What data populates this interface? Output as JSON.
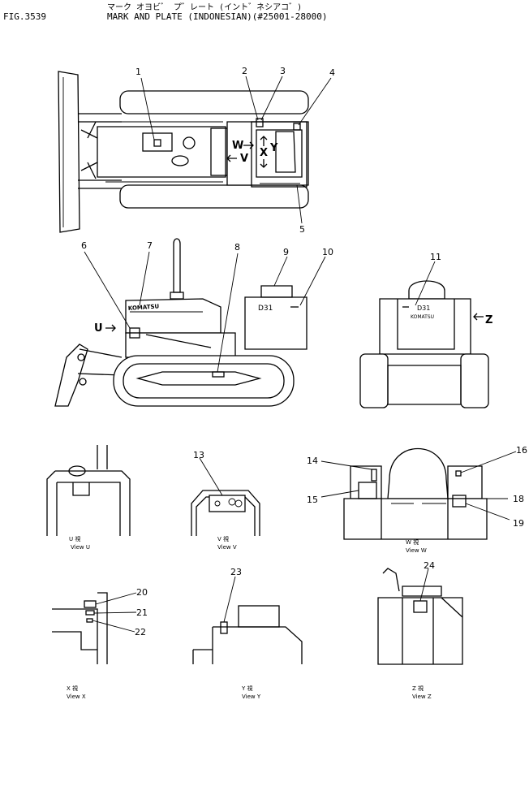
{
  "header": {
    "fig_no": "FIG.3539",
    "title_jp": "マーク オヨビ゛ プ゛レート (イント゛ネシアコ゛)",
    "title_en": "MARK AND PLATE (INDONESIAN)(#25001-28000)"
  },
  "callouts": [
    "1",
    "2",
    "3",
    "4",
    "5",
    "6",
    "7",
    "8",
    "9",
    "10",
    "11",
    "13",
    "14",
    "15",
    "16",
    "18",
    "19",
    "20",
    "21",
    "22",
    "23",
    "24"
  ],
  "direction_labels": {
    "w": "W",
    "v": "V",
    "x": "X",
    "y": "Y",
    "u": "U",
    "z": "Z"
  },
  "machine_text": {
    "model": "D31",
    "brand": "KOMATSU"
  },
  "views": {
    "u": {
      "jp": "U 視",
      "en": "View U"
    },
    "v": {
      "jp": "V 視",
      "en": "View V"
    },
    "w": {
      "jp": "W 視",
      "en": "View W"
    },
    "x": {
      "jp": "X 視",
      "en": "View X"
    },
    "y": {
      "jp": "Y 視",
      "en": "View Y"
    },
    "z": {
      "jp": "Z 視",
      "en": "View Z"
    }
  }
}
